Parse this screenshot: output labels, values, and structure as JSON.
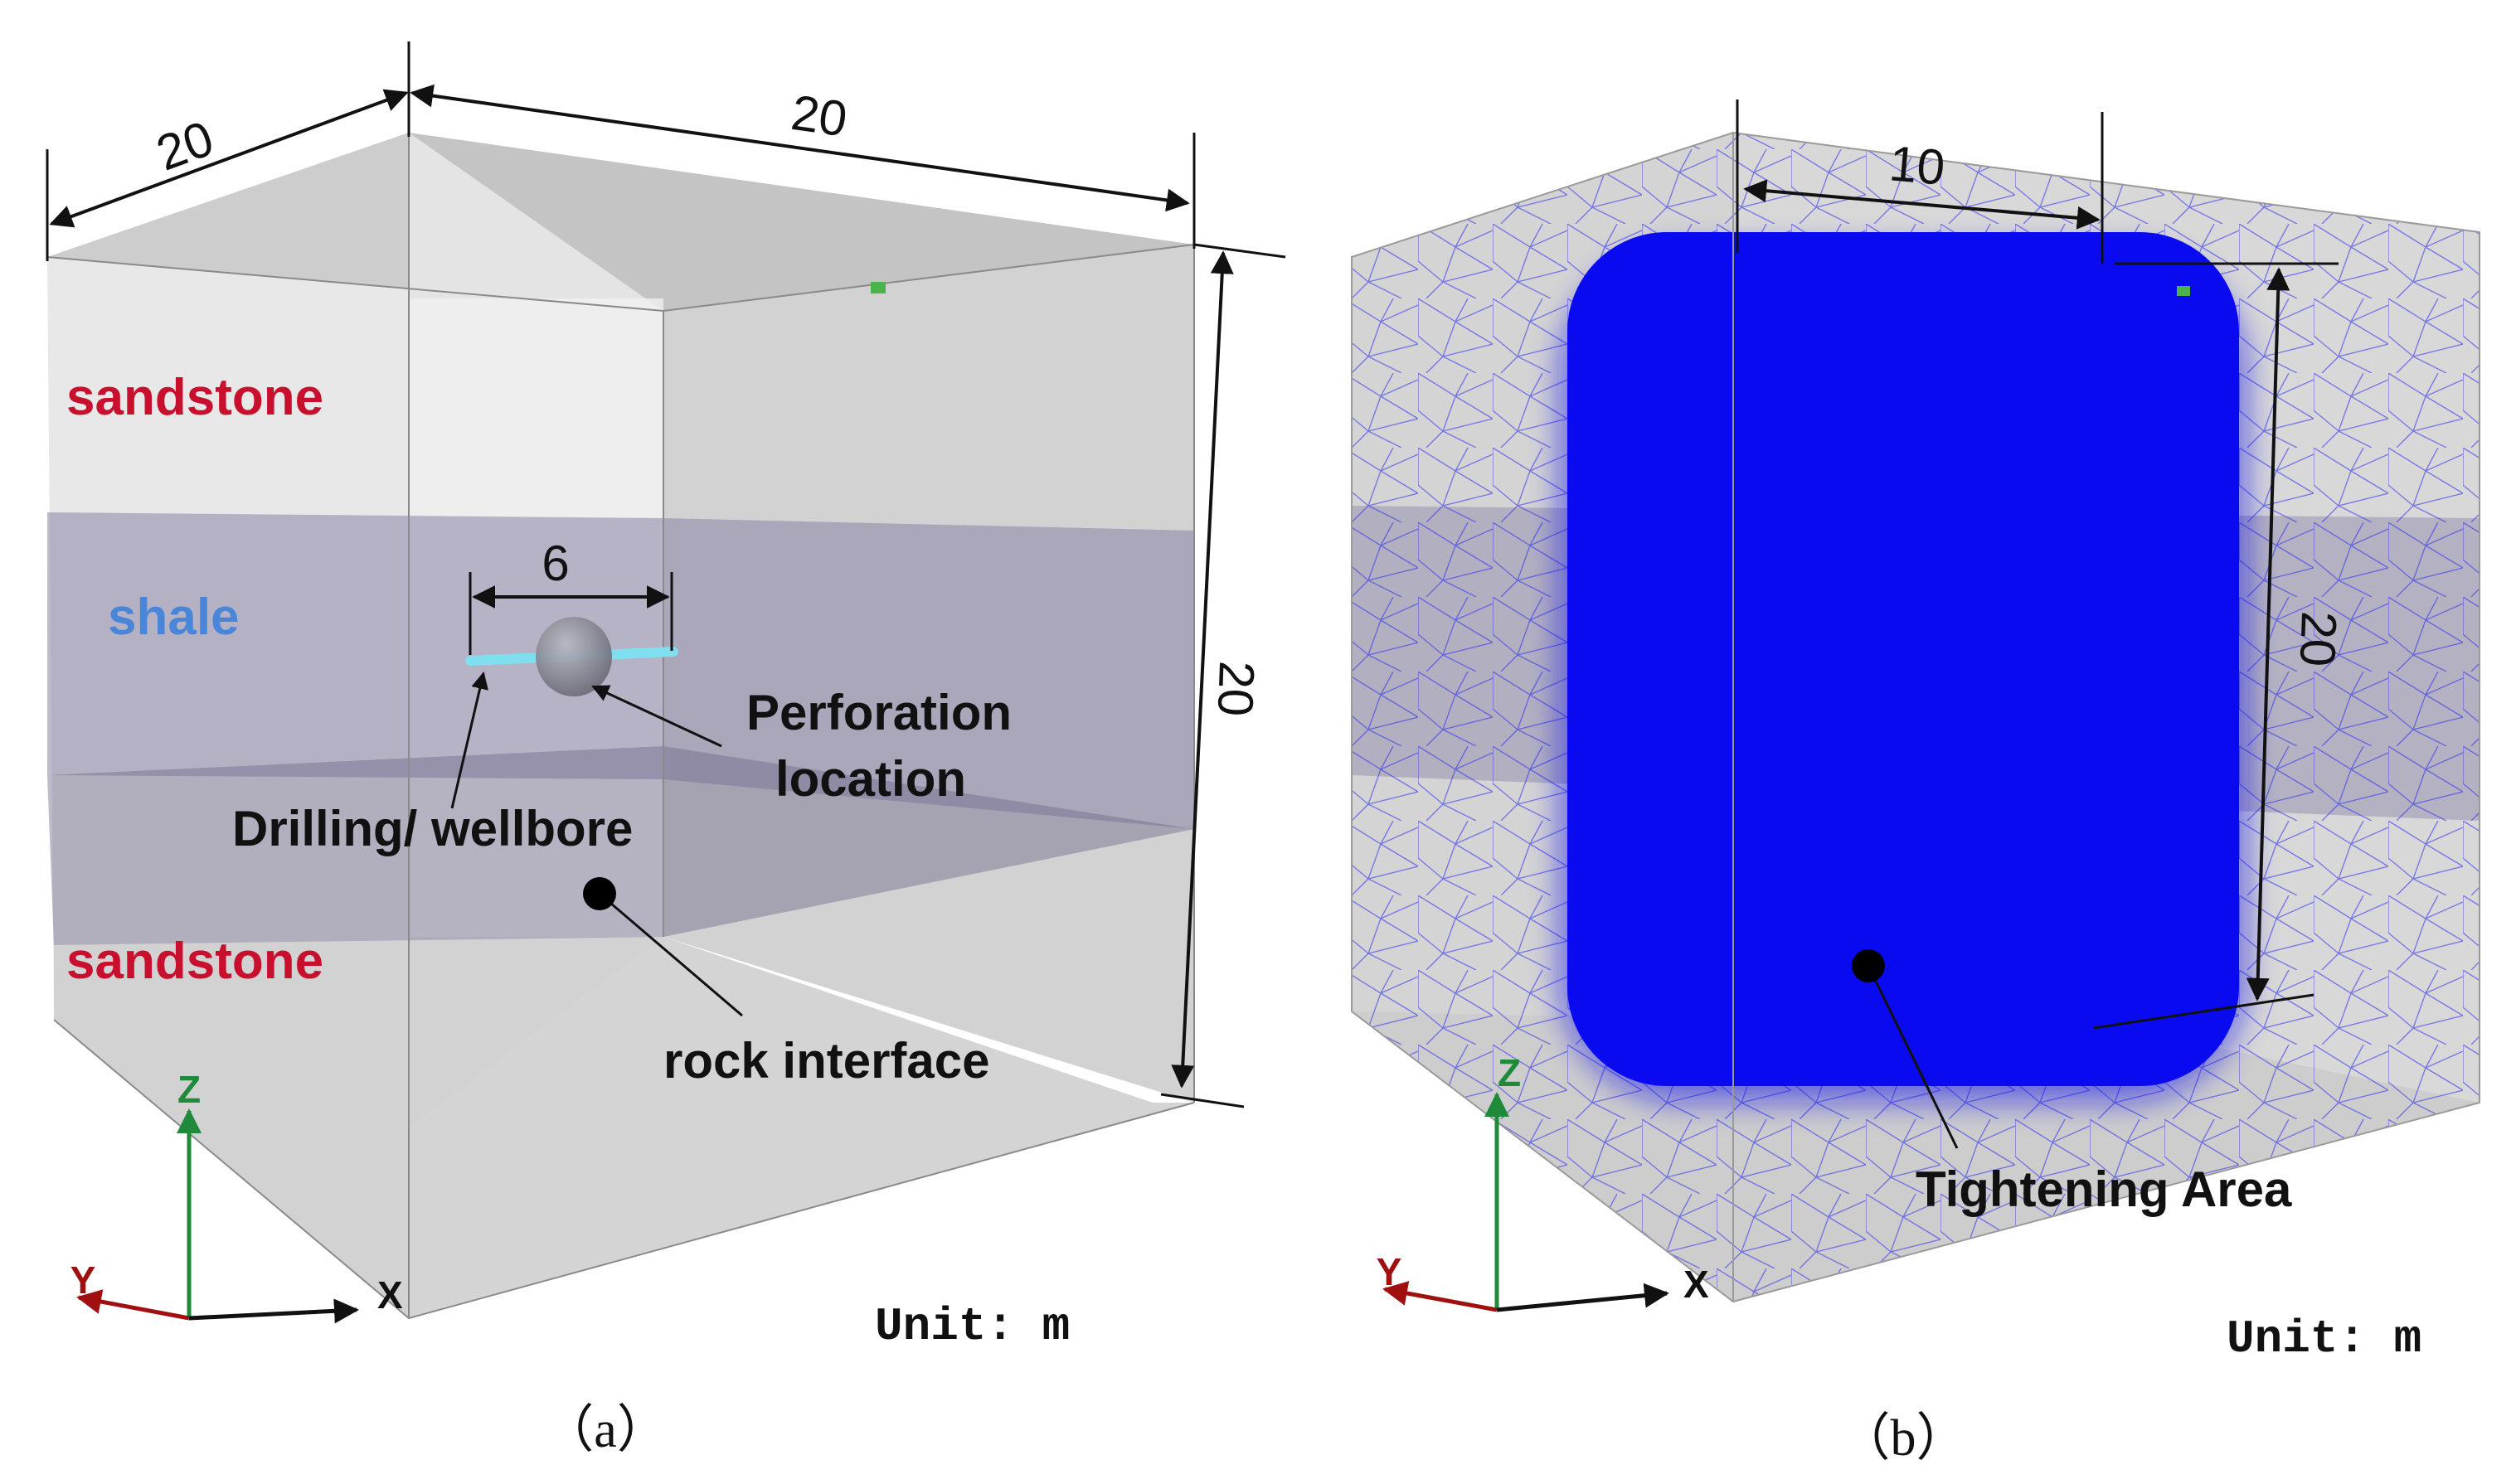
{
  "panel_a": {
    "dims": {
      "depth": "20",
      "width": "20",
      "height": "20",
      "wellbore_length": "6"
    },
    "layers": {
      "top": "sandstone",
      "middle": "shale",
      "bottom": "sandstone"
    },
    "annotations": {
      "perforation_line1": "Perforation",
      "perforation_line2": "location",
      "drilling": "Drilling/ wellbore",
      "interface": "rock interface"
    },
    "unit": "Unit: m",
    "caption": "（a）"
  },
  "panel_b": {
    "dims": {
      "width": "10",
      "height": "20"
    },
    "annotations": {
      "tightening": "Tightening Area"
    },
    "unit": "Unit: m",
    "caption": "（b）"
  },
  "axes": {
    "x": "X",
    "y": "Y",
    "z": "Z"
  },
  "colors": {
    "sandstone_label": "#c8102e",
    "shale_label": "#4a86d8",
    "mesh_blue": "#0a0af0",
    "wellbore": "#7fdfee",
    "axis_x": "#111111",
    "axis_y": "#a01010",
    "axis_z": "#1e8a3a"
  }
}
